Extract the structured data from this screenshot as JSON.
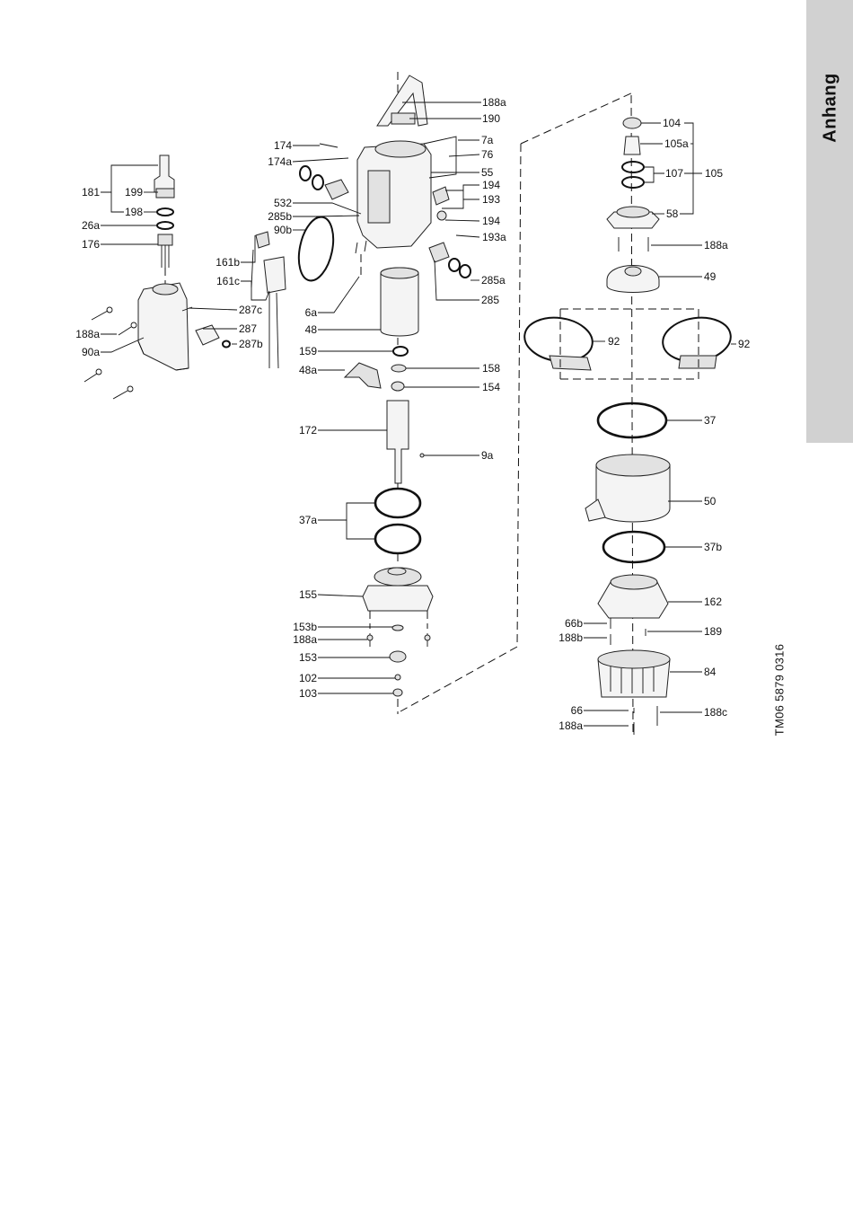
{
  "side_tab": {
    "label": "Anhang",
    "color": "#d1d1d1"
  },
  "drawing_code": "TM06 5879 0316",
  "labels": {
    "l181": "181",
    "l199": "199",
    "l198": "198",
    "l26a": "26a",
    "l176": "176",
    "l188a_left": "188a",
    "l90a": "90a",
    "l174": "174",
    "l174a": "174a",
    "l532": "532",
    "l285b": "285b",
    "l90b": "90b",
    "l161b": "161b",
    "l161c": "161c",
    "l287c": "287c",
    "l287": "287",
    "l287b": "287b",
    "l188a_top": "188a",
    "l190": "190",
    "l7a": "7a",
    "l76": "76",
    "l55": "55",
    "l194_1": "194",
    "l193": "193",
    "l194_2": "194",
    "l193a": "193a",
    "l285a": "285a",
    "l285": "285",
    "l6a": "6a",
    "l48": "48",
    "l159": "159",
    "l158": "158",
    "l48a": "48a",
    "l154": "154",
    "l172": "172",
    "l9a": "9a",
    "l37a": "37a",
    "l155": "155",
    "l153b": "153b",
    "l188a_mid": "188a",
    "l153": "153",
    "l102": "102",
    "l103": "103",
    "l104": "104",
    "l105a": "105a",
    "l107": "107",
    "l105": "105",
    "l58": "58",
    "l188a_right": "188a",
    "l49": "49",
    "l92_left": "92",
    "l92_right": "92",
    "l37": "37",
    "l50": "50",
    "l37b": "37b",
    "l162": "162",
    "l66b": "66b",
    "l188b": "188b",
    "l189": "189",
    "l84": "84",
    "l66": "66",
    "l188c": "188c",
    "l188a_bottom": "188a"
  }
}
